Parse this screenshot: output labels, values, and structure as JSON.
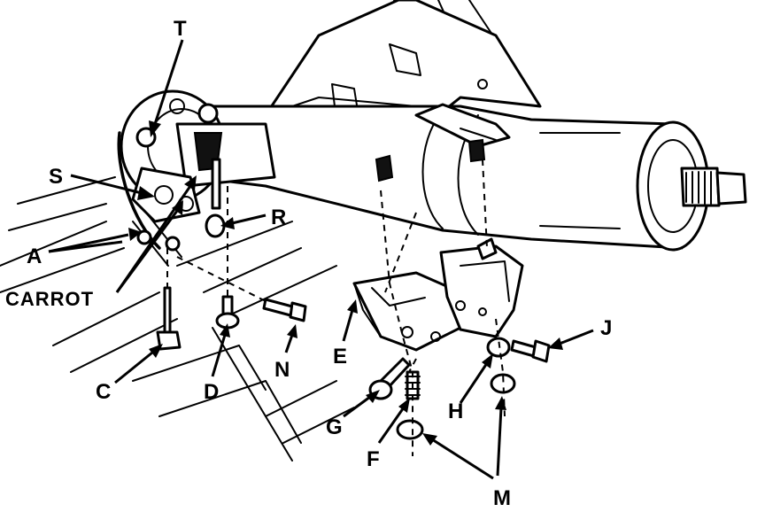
{
  "labels": {
    "T": "T",
    "S": "S",
    "A": "A",
    "carrot": "CARROT",
    "C": "C",
    "D": "D",
    "R": "R",
    "N": "N",
    "E": "E",
    "G": "G",
    "F": "F",
    "H": "H",
    "J": "J",
    "M": "M"
  }
}
